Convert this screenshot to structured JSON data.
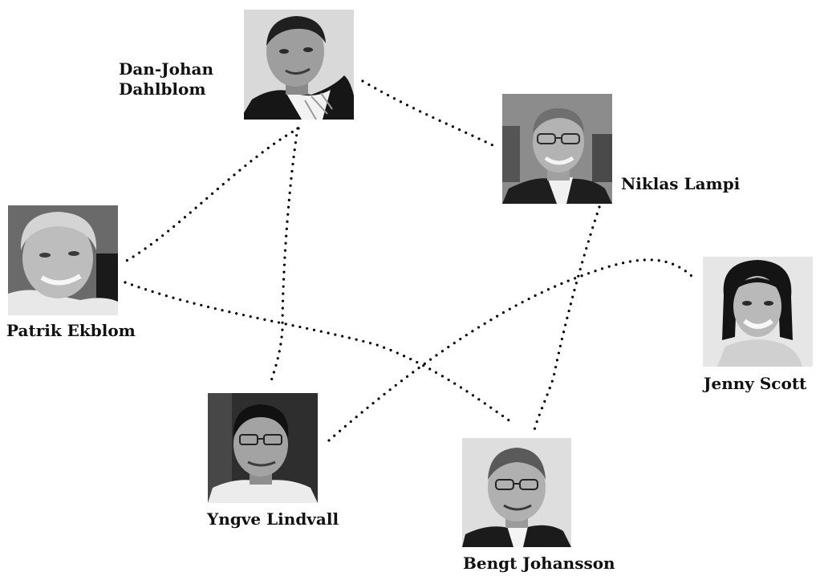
{
  "people": {
    "dan_johan": {
      "first": "Dan-Johan",
      "last": "Dahlblom"
    },
    "niklas": {
      "name": "Niklas Lampi"
    },
    "patrik": {
      "name": "Patrik Ekblom"
    },
    "jenny": {
      "name": "Jenny Scott"
    },
    "yngve": {
      "name": "Yngve Lindvall"
    },
    "bengt": {
      "name": "Bengt Johansson"
    }
  },
  "links": [
    [
      "dan_johan",
      "niklas"
    ],
    [
      "dan_johan",
      "patrik"
    ],
    [
      "dan_johan",
      "yngve"
    ],
    [
      "patrik",
      "bengt"
    ],
    [
      "niklas",
      "bengt"
    ],
    [
      "yngve",
      "jenny"
    ]
  ],
  "colors": {
    "ink": "#111111",
    "background": "#ffffff"
  }
}
